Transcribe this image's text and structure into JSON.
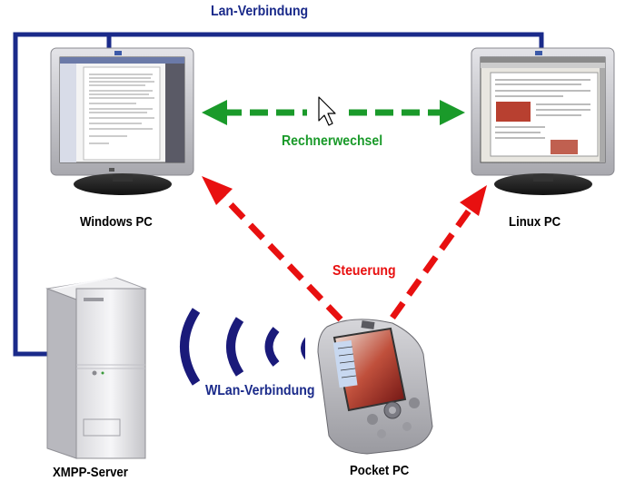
{
  "labels": {
    "lan": "Lan-Verbindung",
    "switch": "Rechnerwechsel",
    "control": "Steuerung",
    "wlan": "WLan-Verbindung",
    "windows": "Windows PC",
    "linux": "Linux PC",
    "server": "XMPP-Server",
    "pocket": "Pocket PC"
  },
  "colors": {
    "lan_line": "#1a2a8a",
    "switch_arrow": "#1a9a2a",
    "control_arrow": "#e81010",
    "wlan_waves": "#1a1a7a",
    "label_text": "#000000",
    "monitor_body": "#c8c8cc"
  },
  "icons": [
    "windows-monitor-icon",
    "linux-monitor-icon",
    "server-tower-icon",
    "pocket-pc-icon",
    "mouse-cursor-icon",
    "wireless-waves-icon"
  ]
}
